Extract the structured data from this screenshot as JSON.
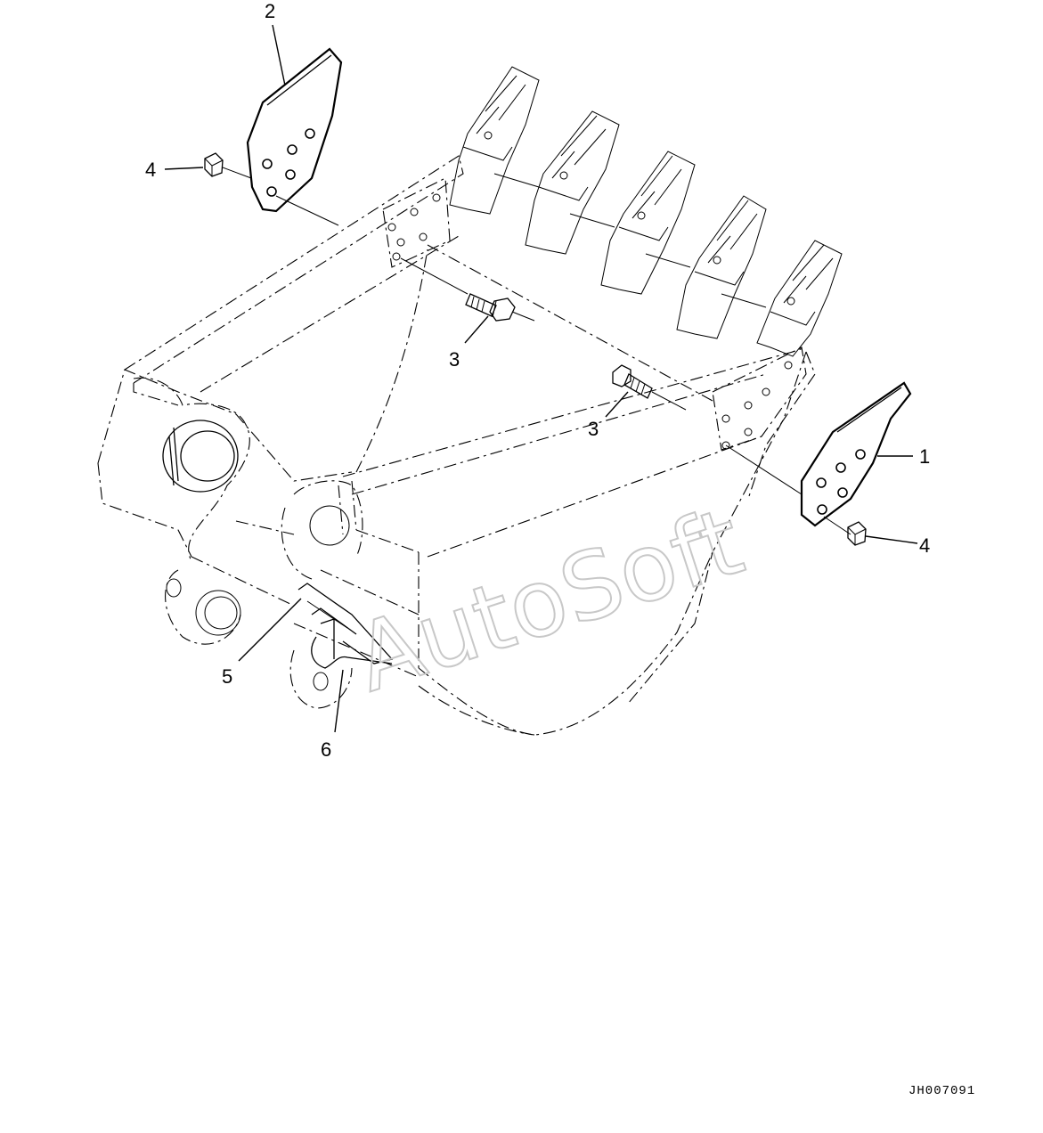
{
  "diagram": {
    "callouts": [
      {
        "id": "1",
        "label": "1"
      },
      {
        "id": "2",
        "label": "2"
      },
      {
        "id": "3a",
        "label": "3"
      },
      {
        "id": "3b",
        "label": "3"
      },
      {
        "id": "4a",
        "label": "4"
      },
      {
        "id": "4b",
        "label": "4"
      },
      {
        "id": "5",
        "label": "5"
      },
      {
        "id": "6",
        "label": "6"
      }
    ],
    "drawing_id": "JH007091",
    "watermark": "AutoSoft",
    "colors": {
      "line": "#000000",
      "background": "#ffffff",
      "watermark": "#c8c8c8"
    }
  }
}
